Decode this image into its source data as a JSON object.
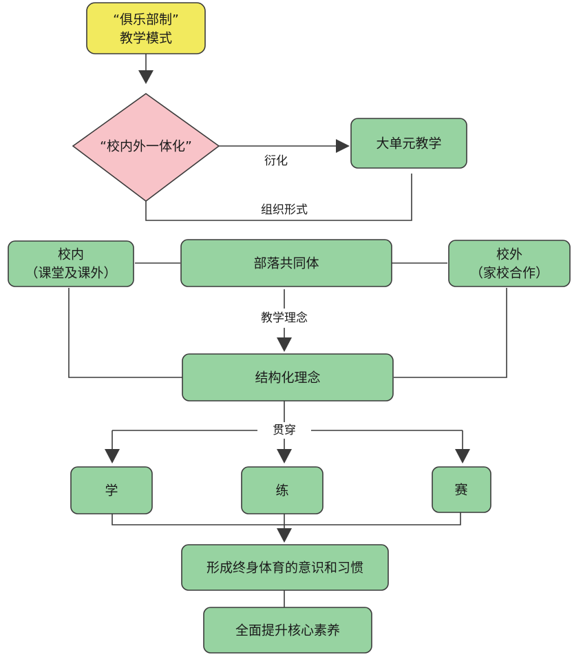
{
  "colors": {
    "start": "#f2ea5e",
    "decision": "#f8c3c8",
    "process": "#97d3a1",
    "stroke": "#3a3a3a"
  },
  "nodes": {
    "club_model": [
      "“俱乐部制”",
      "教学模式"
    ],
    "integration": [
      "“校内外一体化”"
    ],
    "big_unit": [
      "大单元教学"
    ],
    "in_school": [
      "校内",
      "（课堂及课外）"
    ],
    "community": [
      "部落共同体"
    ],
    "out_school": [
      "校外",
      "（家校合作）"
    ],
    "structured": [
      "结构化理念"
    ],
    "learn": [
      "学"
    ],
    "practice": [
      "练"
    ],
    "compete": [
      "赛"
    ],
    "habit": [
      "形成终身体育的意识和习惯"
    ],
    "literacy": [
      "全面提升核心素养"
    ]
  },
  "edge_labels": {
    "derive": "衍化",
    "form": "组织形式",
    "concept": "教学理念",
    "through": "贯穿"
  }
}
